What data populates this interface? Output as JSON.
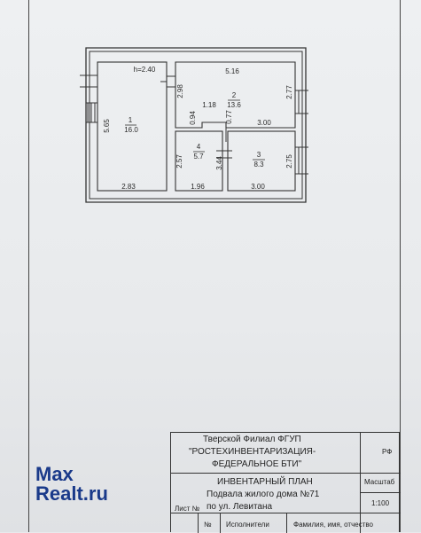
{
  "plan": {
    "ceiling_height": "h=2.40",
    "rooms": [
      {
        "number": "1",
        "area": "16.0"
      },
      {
        "number": "2",
        "area": "13.6"
      },
      {
        "number": "3",
        "area": "8.3"
      },
      {
        "number": "4",
        "area": "5.7"
      }
    ],
    "dimensions": {
      "top_right": "5.16",
      "left_height": "5.65",
      "bottom_left": "2.83",
      "room2_left": "2.98",
      "room2_right": "2.77",
      "corridor_width": "1.18",
      "corridor_left": "0.94",
      "corridor_right": "0.77",
      "room3_top": "3.00",
      "room4_left": "2.57",
      "room4_right": "3.44",
      "room3_right": "2.75",
      "bottom_mid": "1.96",
      "bottom_right": "3.00"
    }
  },
  "title_block": {
    "org_line1": "Тверской   Филиал ФГУП",
    "org_line2": "\"РОСТЕХИНВЕНТАРИЗАЦИЯ-",
    "org_line3": "ФЕДЕРАЛЬНОЕ БТИ\"",
    "country": "РФ",
    "doc_title": "ИНВЕНТАРНЫЙ ПЛАН",
    "subject_line1": "Подвала жилого дома №71",
    "subject_line2": "по ул. Левитана",
    "scale_label": "Масштаб",
    "scale_value": "1:100",
    "sheet_label": "Лист №",
    "col_no": "№",
    "col_performers": "Исполнители",
    "col_name": "Фамилия, имя, отчество"
  },
  "watermark": {
    "line1": "Max",
    "line2": "Realt.ru"
  }
}
